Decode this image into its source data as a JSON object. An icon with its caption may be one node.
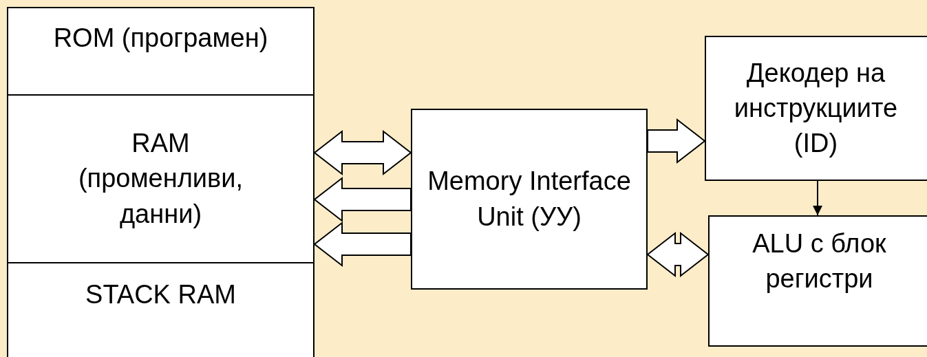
{
  "diagram": {
    "nodes": [
      {
        "text": [
          "ROM (програмен)"
        ]
      },
      {
        "text": [
          "RAM (променливи, данни)"
        ]
      },
      {
        "text": [
          "STACK RAM"
        ]
      },
      {
        "text": [
          "Memory Interface Unit (УУ)"
        ]
      },
      {
        "text": [
          "Декодер на инструкциите (ID)"
        ]
      },
      {
        "text": [
          "ALU с блок регистри"
        ]
      }
    ],
    "edges": [
      {
        "from": 1,
        "to": 3,
        "arrow": "both",
        "style": "thick"
      },
      {
        "from": 3,
        "to": 1,
        "arrow": "to",
        "style": "thick"
      },
      {
        "from": 3,
        "to": 1,
        "arrow": "to",
        "style": "thick"
      },
      {
        "from": 3,
        "to": 4,
        "arrow": "to",
        "style": "thick"
      },
      {
        "from": 4,
        "to": 5,
        "arrow": "to"
      },
      {
        "from": 3,
        "to": 5,
        "arrow": "both",
        "style": "thick"
      }
    ]
  }
}
